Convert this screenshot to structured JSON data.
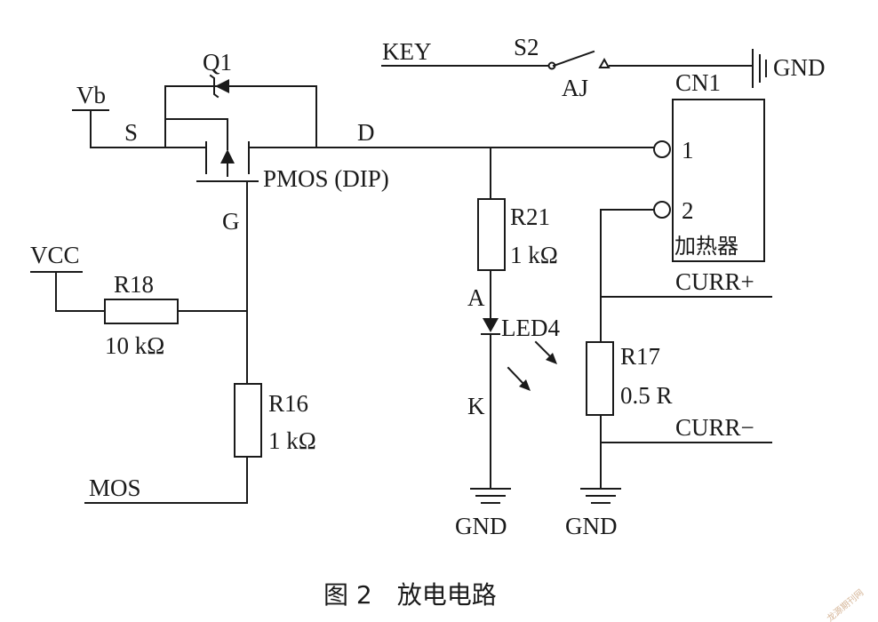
{
  "labels": {
    "key": "KEY",
    "s2": "S2",
    "aj": "AJ",
    "gnd_top": "GND",
    "cn1": "CN1",
    "cn1_pin1": "1",
    "cn1_pin2": "2",
    "heater": "加热器",
    "q1": "Q1",
    "vb": "Vb",
    "s": "S",
    "d": "D",
    "g": "G",
    "pmos": "PMOS (DIP)",
    "vcc": "VCC",
    "r18": "R18",
    "r18_value": "10 kΩ",
    "r16": "R16",
    "r16_value": "1 kΩ",
    "mos": "MOS",
    "r21": "R21",
    "r21_value": "1 kΩ",
    "anode": "A",
    "led4": "LED4",
    "cathode": "K",
    "gnd_led": "GND",
    "r17": "R17",
    "r17_value": "0.5 R",
    "curr_plus": "CURR+",
    "curr_minus": "CURR−",
    "gnd_r17": "GND"
  },
  "caption": "图 2　放电电路",
  "watermark": "龙源期刊网"
}
